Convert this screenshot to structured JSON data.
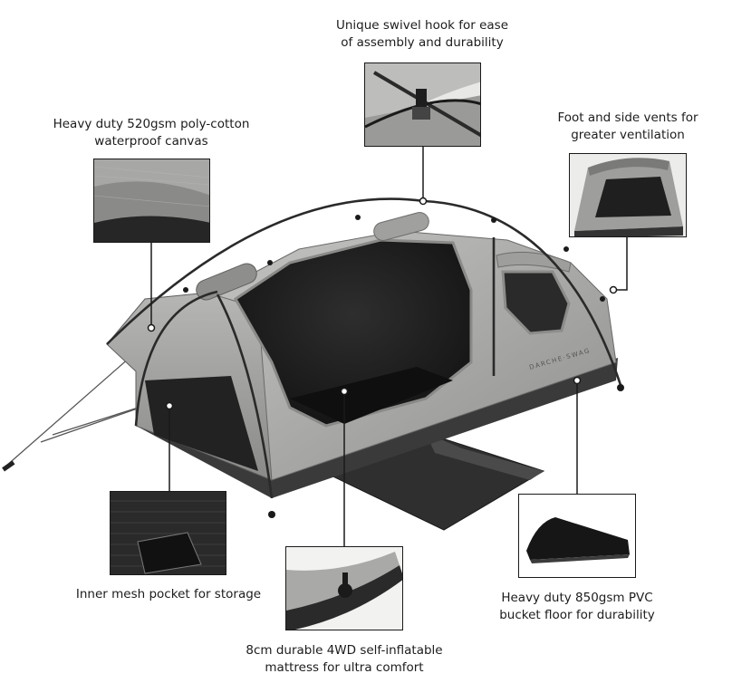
{
  "callouts": {
    "hook": {
      "line1": "Unique swivel hook for ease",
      "line2": "of assembly and durability"
    },
    "canvas": {
      "line1": "Heavy duty 520gsm poly-cotton",
      "line2": "waterproof canvas"
    },
    "vents": {
      "line1": "Foot and side vents for",
      "line2": "greater ventilation"
    },
    "pocket": {
      "line1": "Inner mesh pocket for storage"
    },
    "mattress": {
      "line1": "8cm durable 4WD self-inflatable",
      "line2": "mattress for ultra comfort"
    },
    "floor": {
      "line1": "Heavy duty 850gsm PVC",
      "line2": "bucket floor for durability"
    }
  },
  "brand_mark": "DARCHE·SWAG",
  "colors": {
    "canvas": "#a9a9a7",
    "canvas_dark": "#7f7f7d",
    "interior": "#1b1b1b",
    "floor": "#3a3a3a",
    "line": "#1a1a1a"
  }
}
